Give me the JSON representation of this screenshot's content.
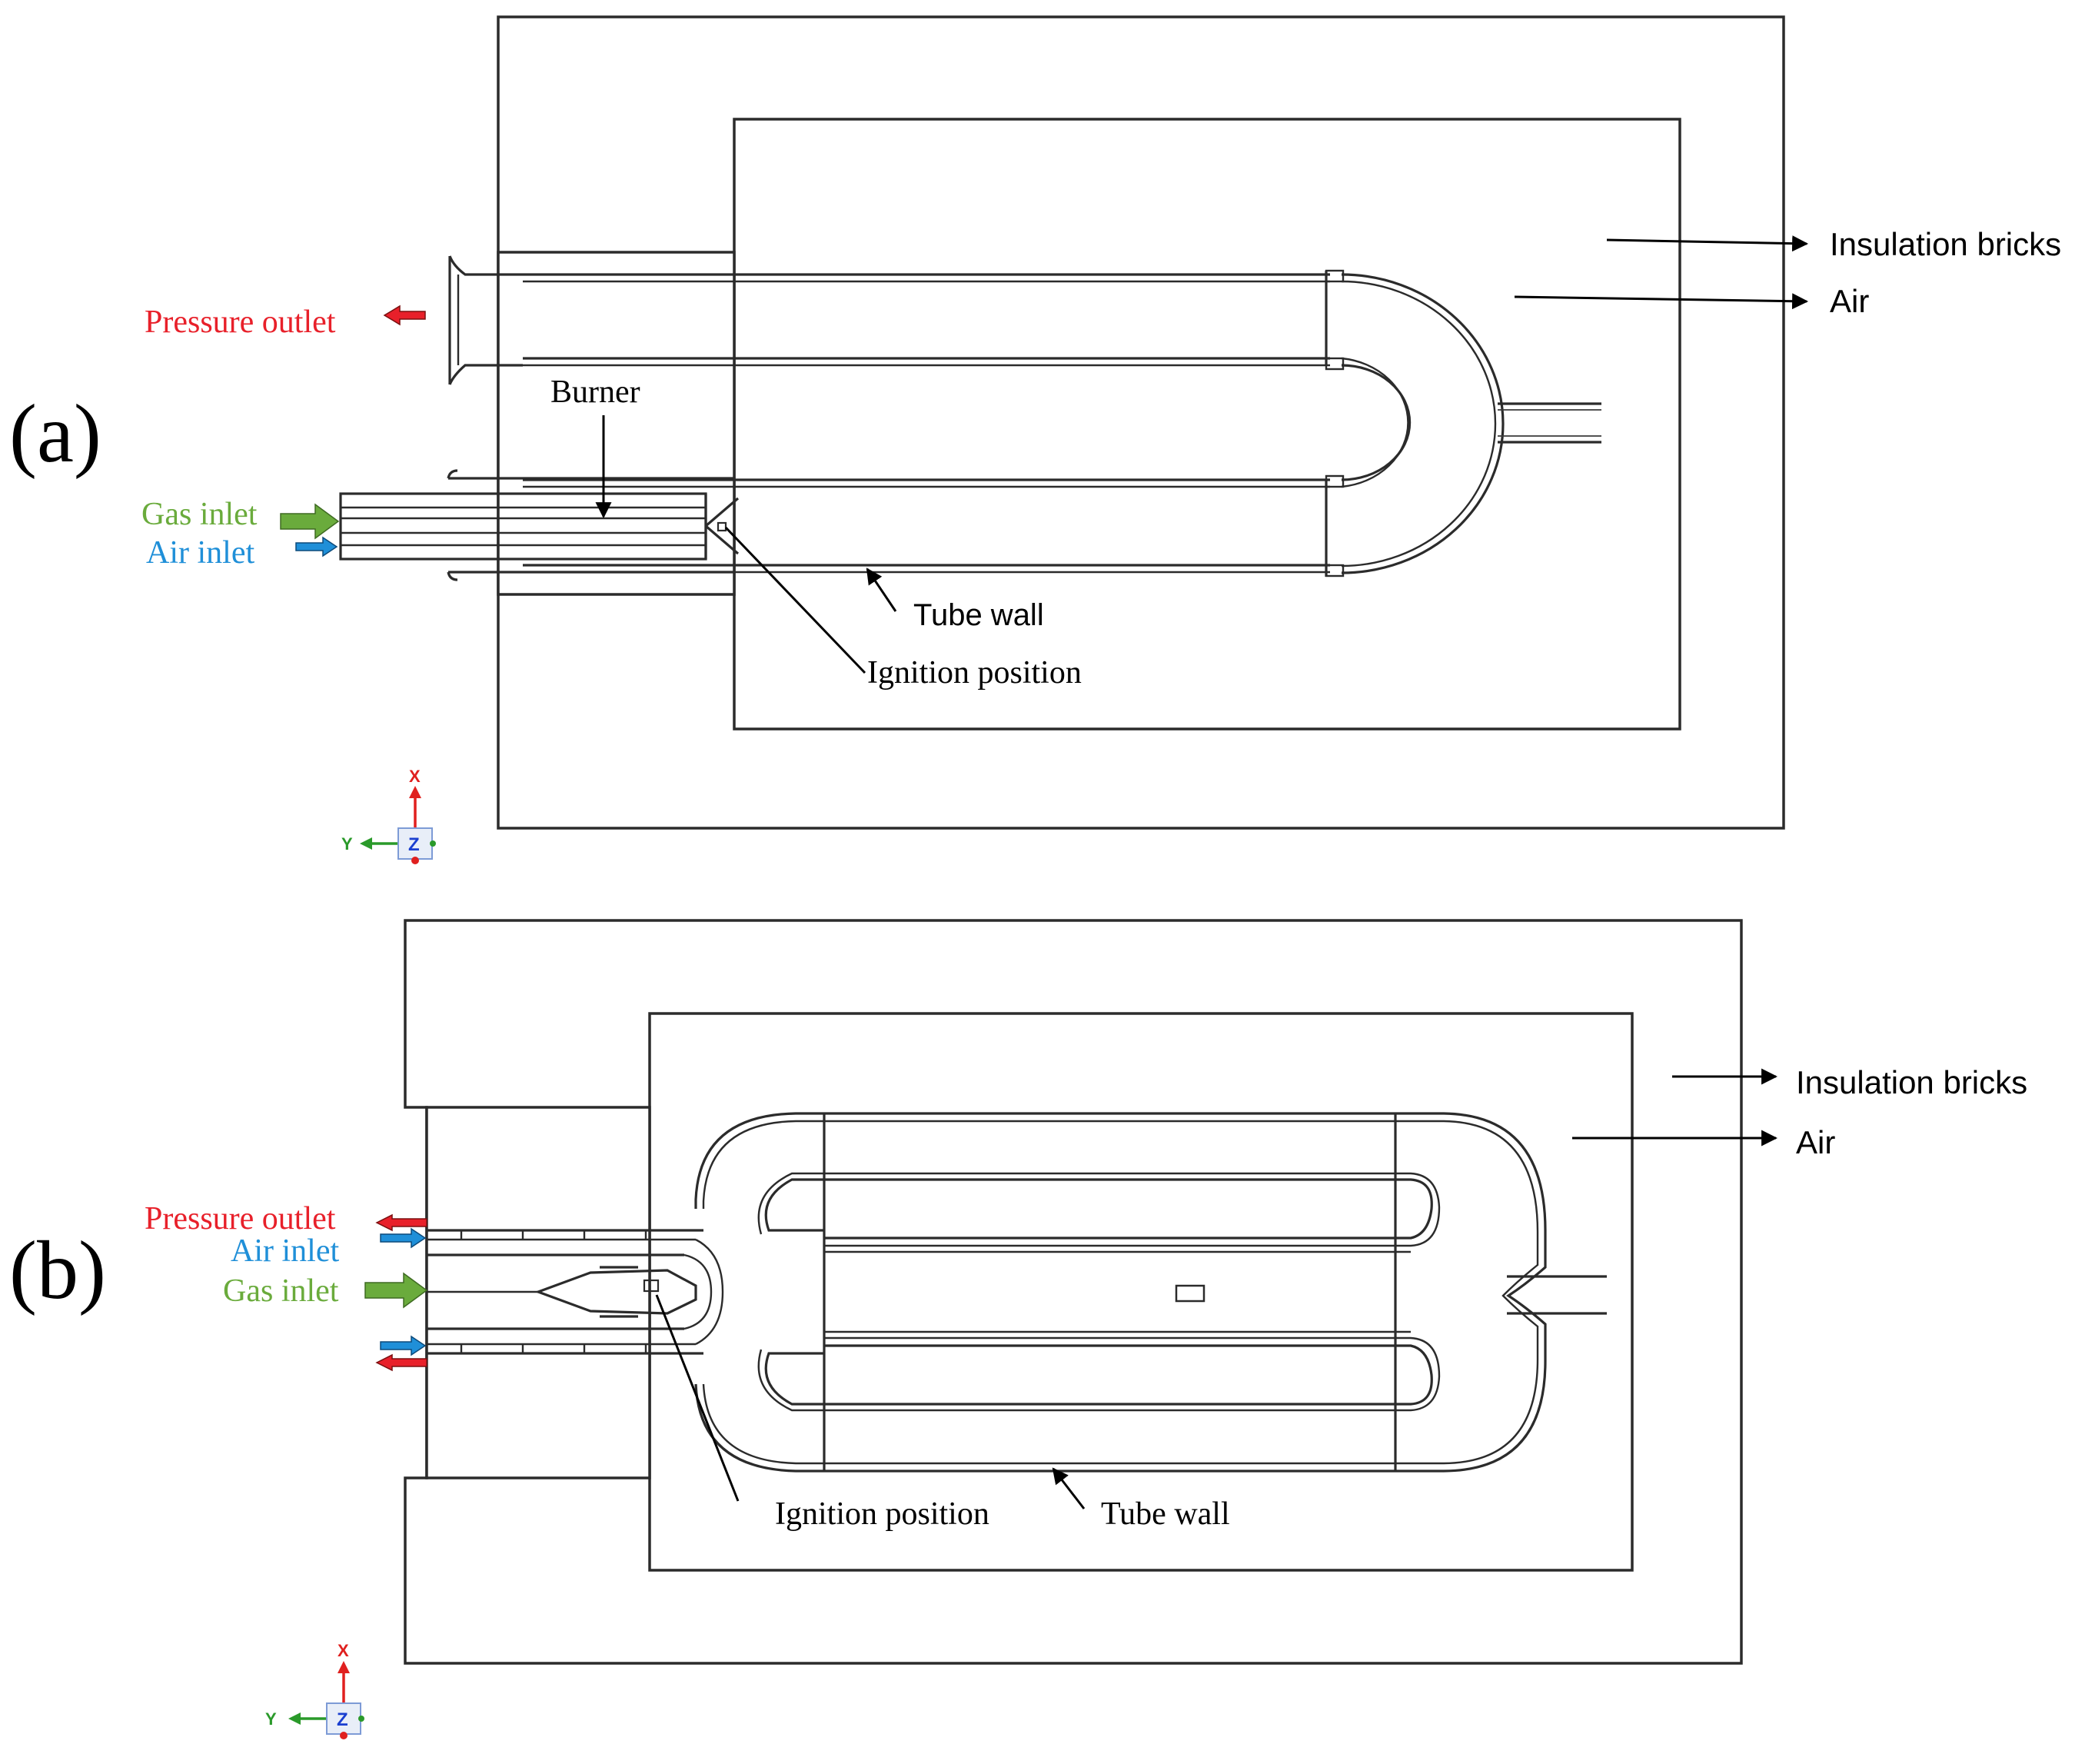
{
  "panel_a": {
    "tag": "(a)",
    "labels": {
      "pressure_outlet": "Pressure outlet",
      "burner": "Burner",
      "gas_inlet": "Gas inlet",
      "air_inlet": "Air inlet",
      "tube_wall": "Tube wall",
      "ignition_position": "Ignition position",
      "insulation_bricks": "Insulation bricks",
      "air": "Air"
    }
  },
  "panel_b": {
    "tag": "(b)",
    "labels": {
      "pressure_outlet": "Pressure outlet",
      "air_inlet": "Air inlet",
      "gas_inlet": "Gas inlet",
      "ignition_position": "Ignition position",
      "tube_wall": "Tube wall",
      "insulation_bricks": "Insulation bricks",
      "air": "Air"
    }
  },
  "axis_triad": {
    "x": "X",
    "y": "Y",
    "z": "Z"
  },
  "colors": {
    "pressure_outlet": "#e8202a",
    "gas_inlet": "#6aab3c",
    "air_inlet": "#1f8fd8",
    "axis_x": "#e0201f",
    "axis_y": "#2a9a2a",
    "axis_z": "#1a3fd0"
  }
}
